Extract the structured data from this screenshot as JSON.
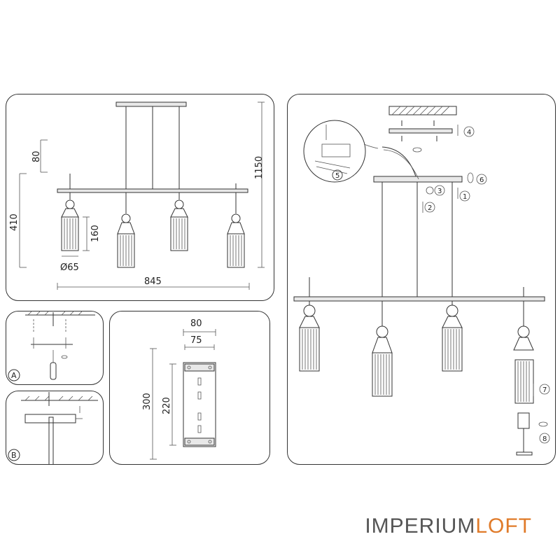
{
  "brand": {
    "part1": "IMPERIUM",
    "part2": "LOFT"
  },
  "dimensions_main": {
    "d80": "80",
    "d410": "410",
    "d160": "160",
    "d65": "Ø65",
    "d845": "845",
    "d1150": "1150"
  },
  "dimensions_canopy": {
    "d80": "80",
    "d75": "75",
    "d300": "300",
    "d220": "220"
  },
  "panel_labels": {
    "a": "A",
    "b": "B"
  },
  "steps": [
    "1",
    "2",
    "3",
    "4",
    "5",
    "6",
    "7",
    "8"
  ]
}
